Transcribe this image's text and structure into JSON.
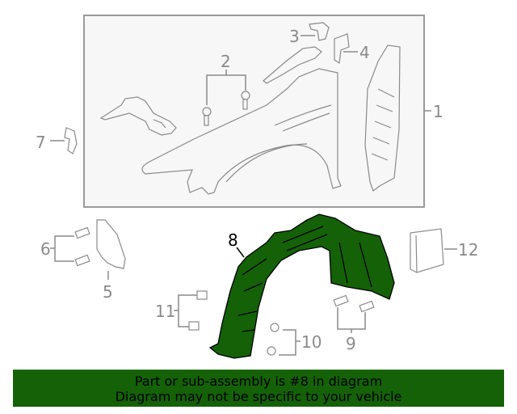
{
  "diagram": {
    "background": "#ffffff",
    "assembly_box": {
      "fill": "#f7f7f7",
      "stroke": "#9a9a9a"
    },
    "line_color": "#8a8a8a",
    "highlight_color": "#146108",
    "callouts": [
      {
        "id": "1",
        "label": "1",
        "part": "fender-assembly-box"
      },
      {
        "id": "2",
        "label": "2",
        "part": "fender-bolts"
      },
      {
        "id": "3",
        "label": "3",
        "part": "upper-bracket"
      },
      {
        "id": "4",
        "label": "4",
        "part": "side-bracket"
      },
      {
        "id": "5",
        "label": "5",
        "part": "lower-bracket"
      },
      {
        "id": "6",
        "label": "6",
        "part": "bracket-bolts"
      },
      {
        "id": "7",
        "label": "7",
        "part": "small-bracket"
      },
      {
        "id": "8",
        "label": "8",
        "part": "fender-liner",
        "highlighted": true
      },
      {
        "id": "9",
        "label": "9",
        "part": "liner-screws"
      },
      {
        "id": "10",
        "label": "10",
        "part": "liner-push-clips"
      },
      {
        "id": "11",
        "label": "11",
        "part": "retainer-clips"
      },
      {
        "id": "12",
        "label": "12",
        "part": "insulator-pad"
      }
    ]
  },
  "banner": {
    "line1": "Part or sub-assembly is #8 in diagram",
    "line2": "Diagram may not be specific to your vehicle",
    "background": "#146108"
  }
}
